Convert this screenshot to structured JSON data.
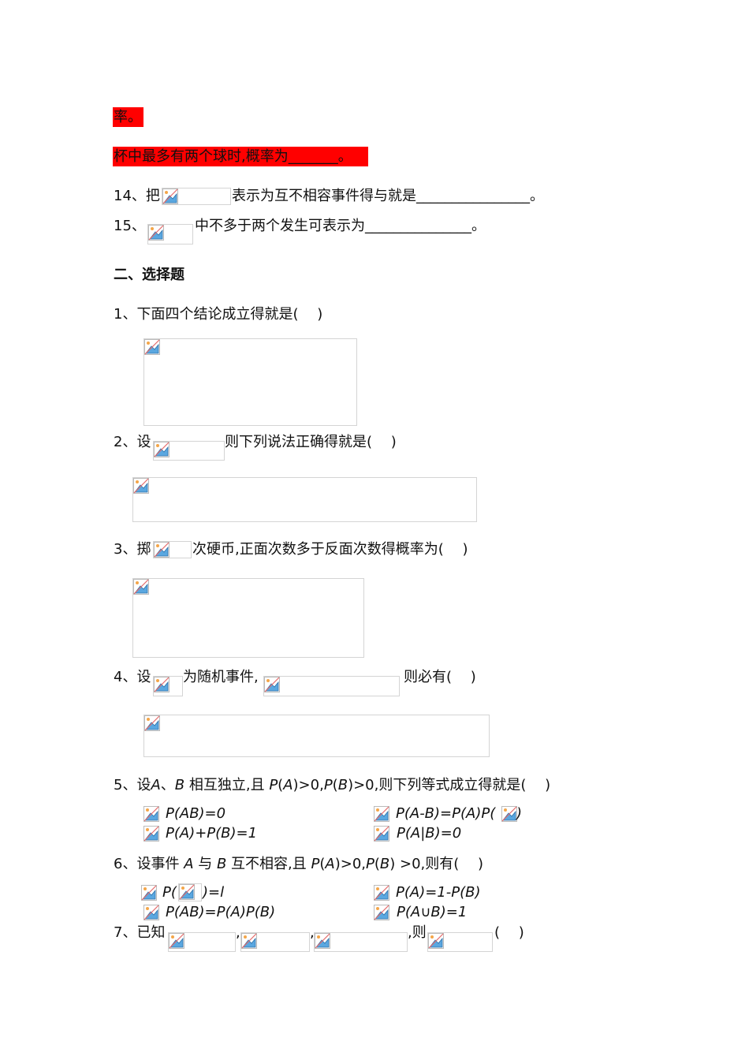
{
  "highlight_colour": "#ff0000",
  "red_line_1": "率。",
  "red_line_2": "杯中最多有两个球时,概率为_______。",
  "q14": {
    "num": "14、把",
    "text": "表示为互不相容事件得与就是________________。"
  },
  "q15": {
    "num": "15、",
    "text": "中不多于两个发生可表示为_______________。"
  },
  "section_title": "二、选择题",
  "q1": {
    "text": "1、下面四个结论成立得就是(　 )"
  },
  "q2": {
    "prefix": "2、设",
    "text": "则下列说法正确得就是(　 )"
  },
  "q3": {
    "prefix": "3、掷",
    "text": "次硬币,正面次数多于反面次数得概率为(　 )"
  },
  "q4": {
    "prefix": "4、设",
    "mid": "为随机事件,",
    "text": "则必有(　 )"
  },
  "q5": {
    "segments": [
      "5、设",
      "A",
      "、",
      "B",
      " 相互独立,且 ",
      "P",
      "(",
      "A",
      ")>0,",
      "P",
      "(",
      "B",
      ")>0,则下列等式成立得就是(　 )"
    ],
    "options": [
      "P(AB)=0",
      "P(A-B)=P(A)P(",
      ")",
      "P(A)+P(B)=1",
      "P(A|B)=0"
    ]
  },
  "q6": {
    "segments": [
      "6、设事件 ",
      "A",
      " 与 ",
      "B",
      " 互不相容,且 ",
      "P",
      "(",
      "A",
      ")>0,",
      "P",
      "(",
      "B",
      ") >0,则有(　 )"
    ],
    "options": [
      "P(",
      ")=l",
      "P(A)=1-P(B)",
      "P(AB)=P(A)P(B)",
      "P(A∪B)=1"
    ]
  },
  "q7": {
    "prefix": "7、已知",
    "comma": ",",
    "then": ",则",
    "paren": "(　 )"
  },
  "icons": {
    "broken_image": "broken-image-icon"
  }
}
